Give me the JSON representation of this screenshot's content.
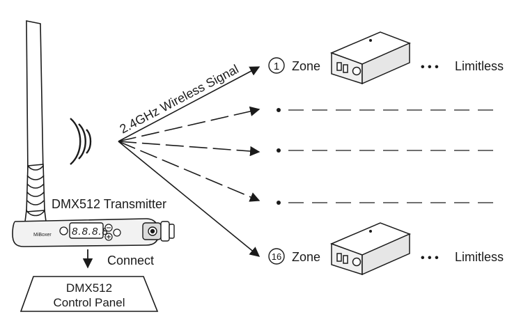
{
  "signal_label": "2.4GHz Wireless Signal",
  "transmitter_label": "DMX512 Transmitter",
  "transmitter_display": "8.8.8.8",
  "transmitter_brand": "MiBoxer",
  "connect_label": "Connect",
  "panel": {
    "line1": "DMX512",
    "line2": "Control Panel"
  },
  "zones": [
    {
      "number": "1",
      "label": "Zone",
      "dots": "• • •",
      "limit": "Limitless"
    },
    {
      "number": "16",
      "label": "Zone",
      "dots": "• • •",
      "limit": "Limitless"
    }
  ],
  "colors": {
    "stroke": "#1a1a1a",
    "device_fill": "#ffffff",
    "device_shade": "#e6e6e6",
    "body_fill": "#f2f2f2"
  }
}
